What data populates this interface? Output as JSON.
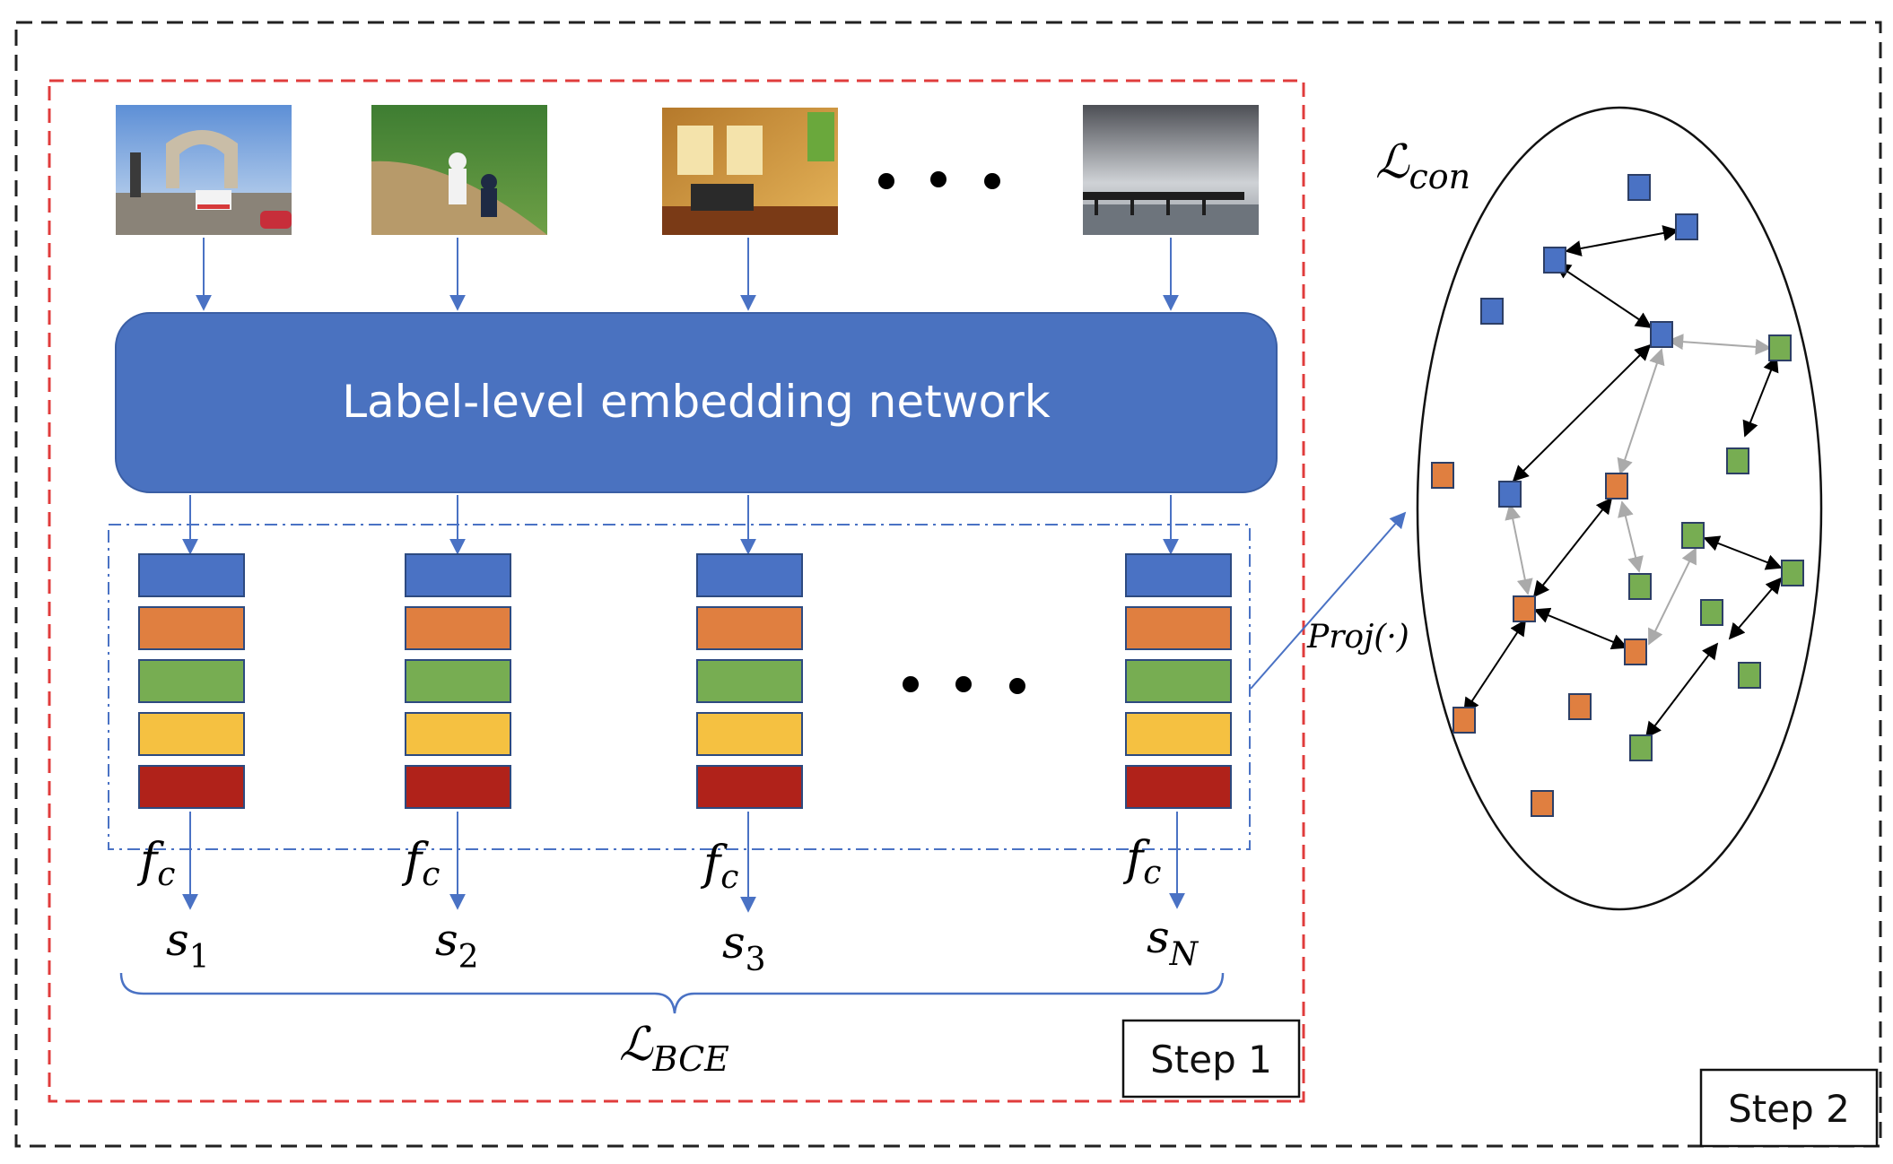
{
  "network_label": "Label-level embedding network",
  "step1_label": "Step 1",
  "step2_label": "Step 2",
  "loss_bce": {
    "main": "ℒ",
    "sub": "BCE"
  },
  "loss_con": {
    "main": "ℒ",
    "sub": "con"
  },
  "proj_label": "Proj(·)",
  "classifiers": [
    {
      "main": "f",
      "sub": "c"
    },
    {
      "main": "f",
      "sub": "c"
    },
    {
      "main": "f",
      "sub": "c"
    },
    {
      "main": "f",
      "sub": "c"
    }
  ],
  "scores": [
    {
      "main": "s",
      "sub": "1"
    },
    {
      "main": "s",
      "sub": "2"
    },
    {
      "main": "s",
      "sub": "3"
    },
    {
      "main": "s",
      "sub": "N"
    }
  ],
  "images": [
    {
      "name": "street-arch-photo"
    },
    {
      "name": "baseball-field-photo"
    },
    {
      "name": "living-room-photo"
    },
    {
      "name": "pier-sea-photo"
    }
  ],
  "colors": {
    "network": "#4a72c0",
    "embed_blue": "#4a72c4",
    "embed_orange": "#e07f40",
    "embed_green": "#77ad52",
    "embed_yellow": "#f5c141",
    "embed_red": "#b0221a",
    "red_frame": "#e03c3c",
    "arrow_blue": "#4a72c4",
    "arrow_gray": "#aaaaaa"
  }
}
